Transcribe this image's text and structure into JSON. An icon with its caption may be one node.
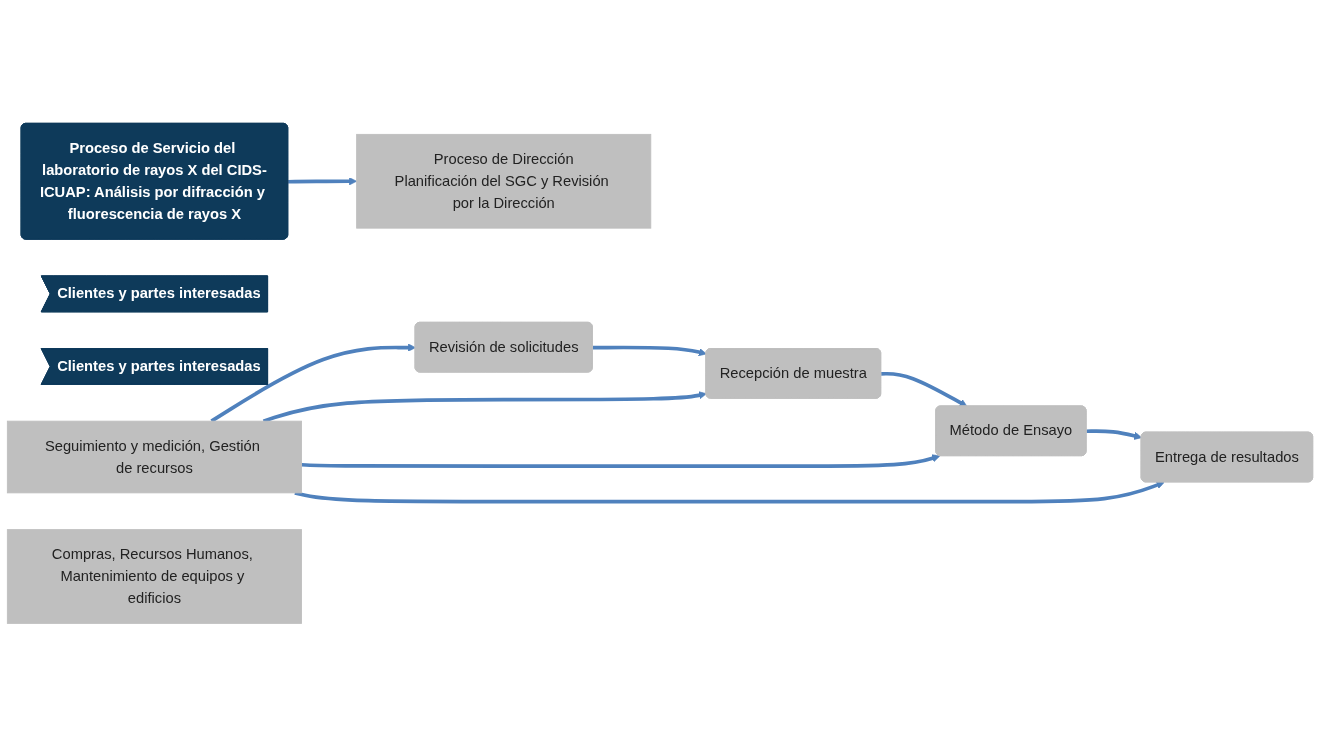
{
  "diagram": {
    "nodes": [
      {
        "text": [
          "Proceso de Dirección",
          "Planificación del SGC y Revisión por la Dirección"
        ]
      },
      {
        "text": [
          "Proceso de Servicio del laboratorio de rayos X del CIDS-ICUAP: Análisis por difracción y fluorescencia de rayos X"
        ]
      },
      {
        "text": [
          "Clientes y partes interesadas"
        ]
      },
      {
        "text": [
          "Revisión de solicitudes"
        ]
      },
      {
        "text": [
          "Recepción de muestra"
        ]
      },
      {
        "text": [
          "Método de Ensayo"
        ]
      },
      {
        "text": [
          "Entrega de resultados"
        ]
      },
      {
        "text": [
          "Clientes y partes interesadas"
        ]
      },
      {
        "text": [
          "Seguimiento y medición, Gestión de recursos"
        ]
      },
      {
        "text": [
          "Compras, Recursos Humanos, Mantenimiento de equipos y edificios"
        ]
      }
    ],
    "edges": [
      {
        "from": 1,
        "to": 0,
        "arrow": "to"
      },
      {
        "from": 3,
        "to": 4,
        "arrow": "to"
      },
      {
        "from": 4,
        "to": 5,
        "arrow": "to"
      },
      {
        "from": 5,
        "to": 6,
        "arrow": "to"
      },
      {
        "from": 8,
        "to": 3,
        "arrow": "to"
      },
      {
        "from": 8,
        "to": 4,
        "arrow": "to"
      },
      {
        "from": 8,
        "to": 5,
        "arrow": "to"
      },
      {
        "from": 8,
        "to": 6,
        "arrow": "to"
      }
    ]
  }
}
